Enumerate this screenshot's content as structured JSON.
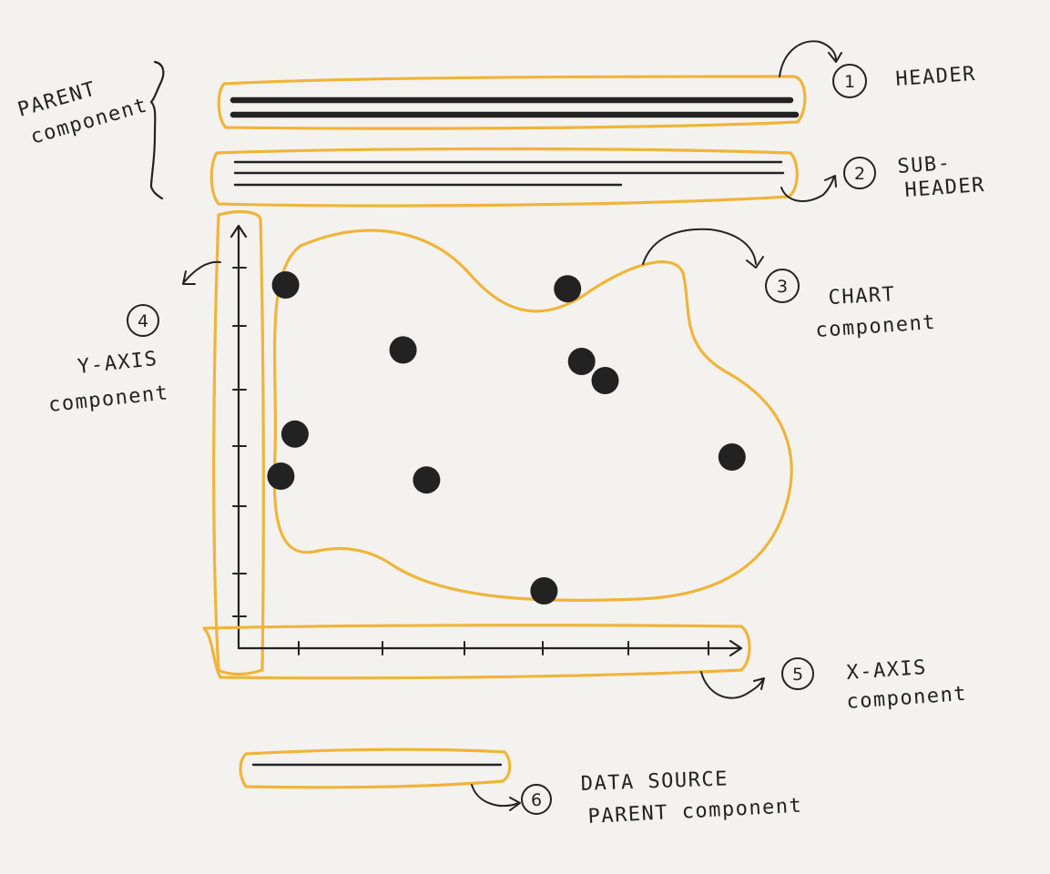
{
  "parent_label": [
    "PARENT",
    "component"
  ],
  "labels": [
    {
      "num": "1",
      "lines": [
        "HEADER"
      ]
    },
    {
      "num": "2",
      "lines": [
        "SUB-",
        "HEADER"
      ]
    },
    {
      "num": "3",
      "lines": [
        "CHART",
        "component"
      ]
    },
    {
      "num": "4",
      "lines": [
        "Y-AXIS",
        "component"
      ]
    },
    {
      "num": "5",
      "lines": [
        "X-AXIS",
        "component"
      ]
    },
    {
      "num": "6",
      "lines": [
        "DATA SOURCE",
        "PARENT component"
      ]
    }
  ],
  "scatter_points": [
    {
      "x": 1,
      "y": 9.5
    },
    {
      "x": 3.5,
      "y": 7.8
    },
    {
      "x": 4,
      "y": 4.4
    },
    {
      "x": 6.5,
      "y": 1.5
    },
    {
      "x": 7,
      "y": 9.4
    },
    {
      "x": 7.3,
      "y": 7.5
    },
    {
      "x": 7.8,
      "y": 7.0
    },
    {
      "x": 10.5,
      "y": 5.0
    },
    {
      "x": 1.2,
      "y": 5.6
    },
    {
      "x": 0.9,
      "y": 4.5
    }
  ],
  "colors": {
    "highlight": "#f0b43a",
    "ink": "#222222",
    "paper": "#f4f2ef"
  }
}
